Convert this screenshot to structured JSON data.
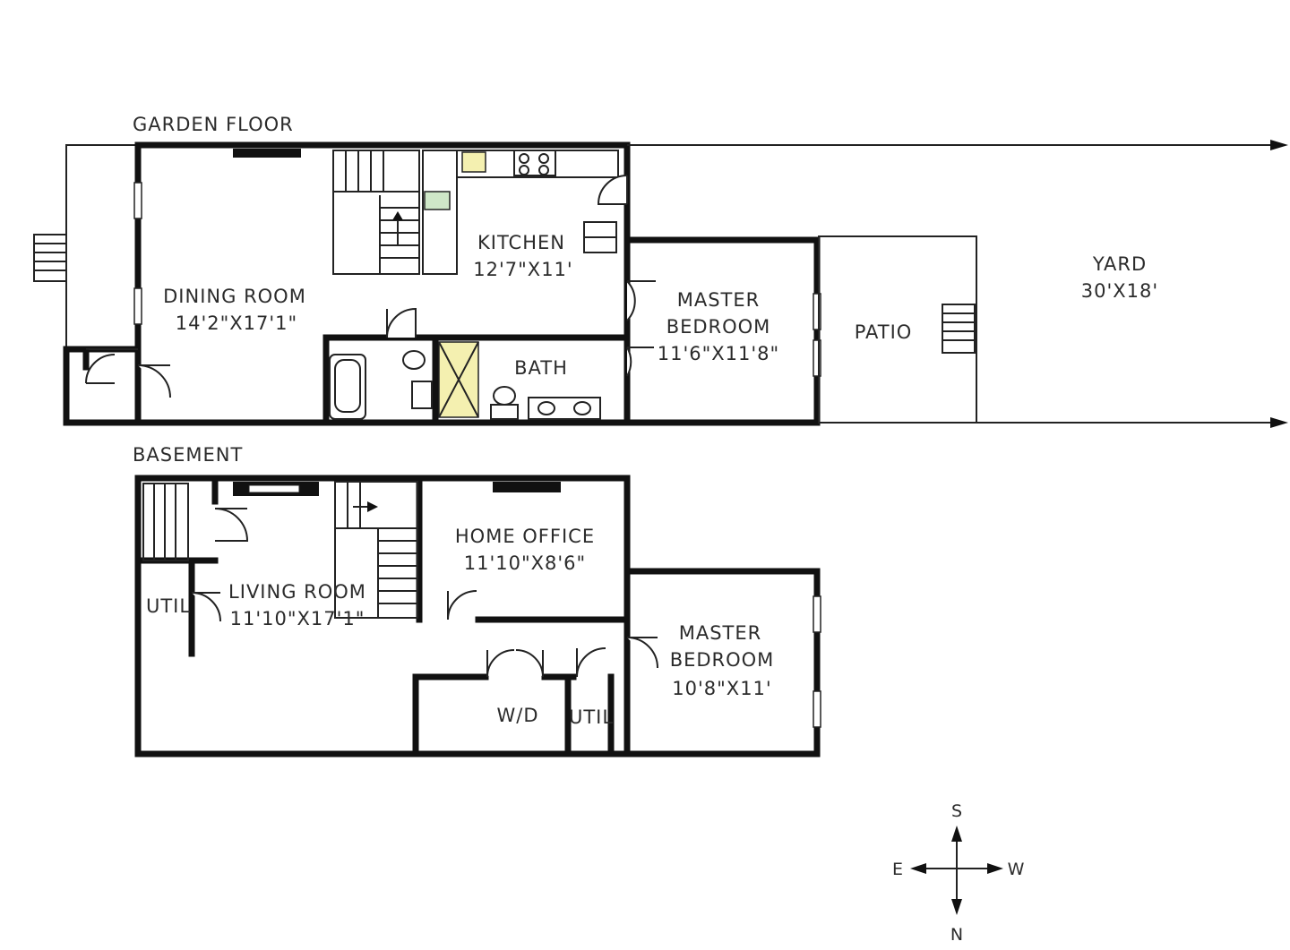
{
  "floors": {
    "garden": {
      "title": "GARDEN FLOOR"
    },
    "basement": {
      "title": "BASEMENT"
    }
  },
  "rooms": {
    "dining": {
      "name": "DINING ROOM",
      "size": "14'2\"X17'1\""
    },
    "kitchen": {
      "name": "KITCHEN",
      "size": "12'7\"X11'"
    },
    "bath": {
      "name": "BATH"
    },
    "master_garden": {
      "name_1": "MASTER",
      "name_2": "BEDROOM",
      "size": "11'6\"X11'8\""
    },
    "patio": {
      "name": "PATIO"
    },
    "yard": {
      "name": "YARD",
      "size": "30'X18'"
    },
    "util_left": {
      "name": "UTIL"
    },
    "living": {
      "name": "LIVING ROOM",
      "size": "11'10\"X17'1\""
    },
    "office": {
      "name": "HOME OFFICE",
      "size": "11'10\"X8'6\""
    },
    "wd": {
      "name": "W/D"
    },
    "util_right": {
      "name": "UTIL"
    },
    "master_basement": {
      "name_1": "MASTER",
      "name_2": "BEDROOM",
      "size": "10'8\"X11'"
    }
  },
  "compass": {
    "north": "N",
    "south": "S",
    "east": "E",
    "west": "W"
  },
  "colors": {
    "wall": "#111111",
    "fixture_highlight": "#f4f0b0"
  }
}
